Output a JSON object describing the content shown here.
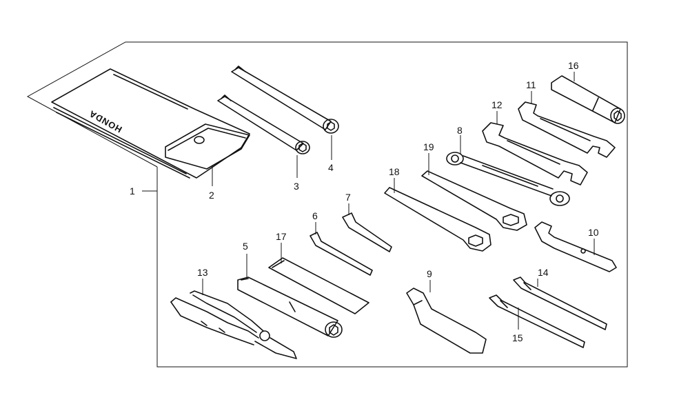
{
  "brand_text": "HONDA",
  "callouts": {
    "c1": "1",
    "c2": "2",
    "c3": "3",
    "c4": "4",
    "c5": "5",
    "c6": "6",
    "c7": "7",
    "c8": "8",
    "c9": "9",
    "c10": "10",
    "c11": "11",
    "c12": "12",
    "c13": "13",
    "c14": "14",
    "c15": "15",
    "c16": "16",
    "c17": "17",
    "c18": "18",
    "c19": "19"
  }
}
